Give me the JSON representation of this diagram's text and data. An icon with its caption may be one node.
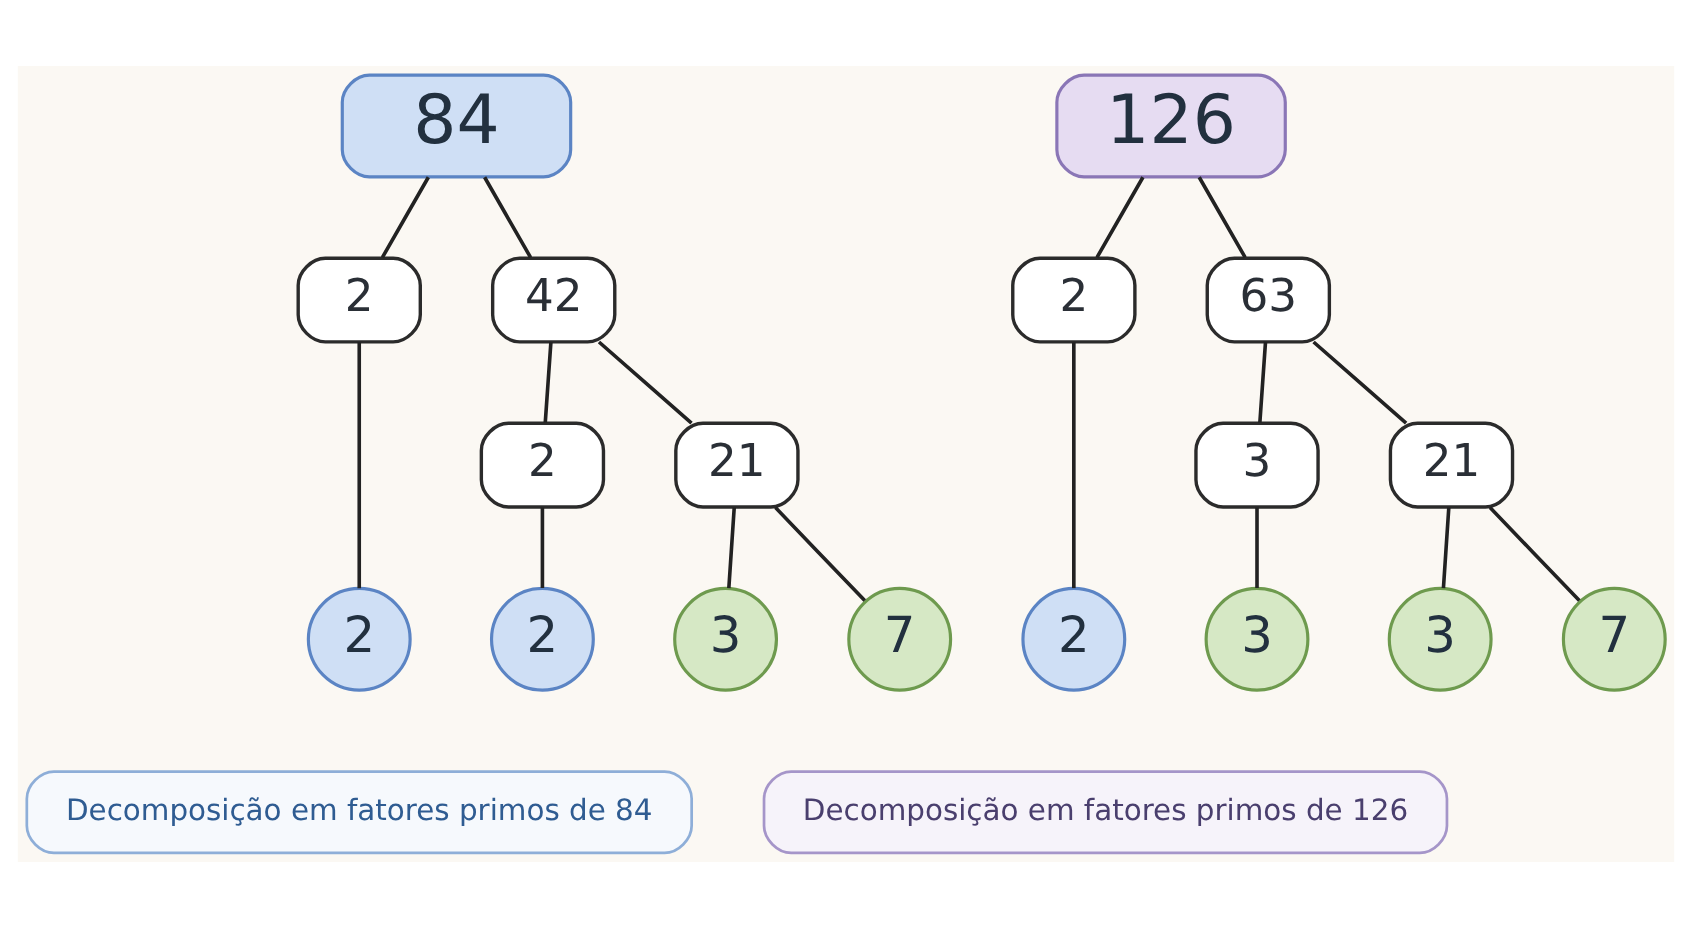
{
  "diagram": {
    "nodes": [
      {
        "text": [
          "84"
        ]
      },
      {
        "text": [
          "2"
        ]
      },
      {
        "text": [
          "42"
        ]
      },
      {
        "text": [
          "2"
        ]
      },
      {
        "text": [
          "21"
        ]
      },
      {
        "text": [
          "2"
        ]
      },
      {
        "text": [
          "2"
        ]
      },
      {
        "text": [
          "3"
        ]
      },
      {
        "text": [
          "7"
        ]
      },
      {
        "text": [
          "Decomposição em fatores primos de 84"
        ]
      },
      {
        "text": [
          "126"
        ]
      },
      {
        "text": [
          "2"
        ]
      },
      {
        "text": [
          "63"
        ]
      },
      {
        "text": [
          "3"
        ]
      },
      {
        "text": [
          "21"
        ]
      },
      {
        "text": [
          "2"
        ]
      },
      {
        "text": [
          "3"
        ]
      },
      {
        "text": [
          "3"
        ]
      },
      {
        "text": [
          "7"
        ]
      },
      {
        "text": [
          "Decomposição em fatores primos de 126"
        ]
      }
    ],
    "edges": [
      {
        "from": 0,
        "to": 1,
        "arrow": "none"
      },
      {
        "from": 0,
        "to": 2,
        "arrow": "none"
      },
      {
        "from": 1,
        "to": 5,
        "arrow": "none"
      },
      {
        "from": 2,
        "to": 3,
        "arrow": "none"
      },
      {
        "from": 2,
        "to": 4,
        "arrow": "none"
      },
      {
        "from": 3,
        "to": 6,
        "arrow": "none"
      },
      {
        "from": 4,
        "to": 7,
        "arrow": "none"
      },
      {
        "from": 4,
        "to": 8,
        "arrow": "none"
      },
      {
        "from": 10,
        "to": 11,
        "arrow": "none"
      },
      {
        "from": 10,
        "to": 12,
        "arrow": "none"
      },
      {
        "from": 11,
        "to": 15,
        "arrow": "none"
      },
      {
        "from": 12,
        "to": 13,
        "arrow": "none"
      },
      {
        "from": 12,
        "to": 14,
        "arrow": "none"
      },
      {
        "from": 13,
        "to": 16,
        "arrow": "none"
      },
      {
        "from": 14,
        "to": 17,
        "arrow": "none"
      },
      {
        "from": 14,
        "to": 18,
        "arrow": "none"
      }
    ]
  }
}
